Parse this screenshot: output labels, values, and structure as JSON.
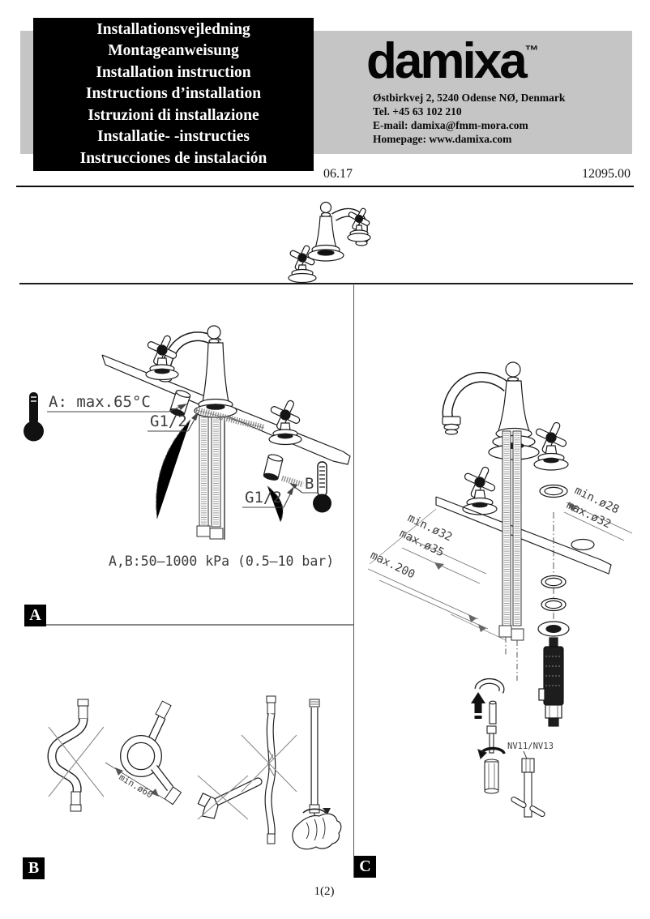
{
  "header": {
    "title_lines": [
      "Installationsvejledning",
      "Montageanweisung",
      "Installation instruction",
      "Instructions d’installation",
      "Istruzioni di installazione",
      "Installatie- -instructies",
      "Instrucciones de instalación"
    ],
    "brand": "damixa",
    "trademark": "™",
    "address_lines": [
      "Østbirkvej 2, 5240 Odense NØ, Denmark",
      "Tel. +45 63 102 210",
      "E-mail: damixa@fmm-mora.com",
      "Homepage: www.damixa.com"
    ],
    "date": "06.17",
    "doc_number": "12095.00"
  },
  "sections": {
    "a": {
      "label": "A",
      "temp_hot": "A:  max.65°C",
      "g12_hot": "G1/2",
      "g12_cold": "G1/2",
      "cold_point": "B",
      "pressure": "A,B:50–1000 kPa (0.5–10 bar)"
    },
    "b": {
      "label": "B",
      "bend_min": "min.ø60"
    },
    "c": {
      "label": "C",
      "spout_min": "min.ø28",
      "spout_max": "max.ø32",
      "hole_min": "min.ø32",
      "hole_max": "max.ø35",
      "depth_max": "max.200",
      "wrench_size": "NV11/NV13"
    }
  },
  "footer": {
    "page_number": "1(2)"
  },
  "colors": {
    "band_gray": "#c4c5c4",
    "ink": "#1a1a1a"
  }
}
